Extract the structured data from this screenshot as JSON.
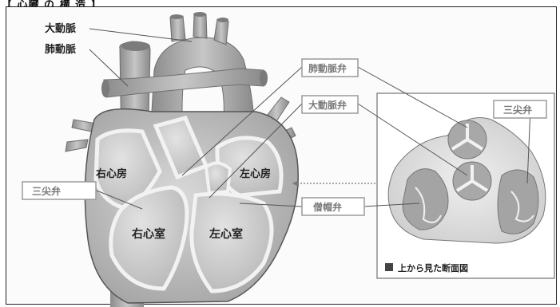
{
  "header": {
    "text": "【 心臓 の 構 造 】"
  },
  "labels": {
    "aorta": "大動脈",
    "pulmonary_artery": "肺動脈",
    "right_atrium": "右心房",
    "left_atrium": "左心房",
    "right_ventricle": "右心室",
    "left_ventricle": "左心室"
  },
  "valve_boxes": {
    "pulmonary_valve": "肺動脈弁",
    "aortic_valve": "大動脈弁",
    "tricuspid_valve_left": "三尖弁",
    "mitral_valve": "僧帽弁",
    "tricuspid_valve_right": "三尖弁"
  },
  "inset": {
    "caption": "上から見た断面図"
  },
  "colors": {
    "border": "#222222",
    "box_border": "#9a9a9a",
    "box_text": "#7a7a7a"
  }
}
